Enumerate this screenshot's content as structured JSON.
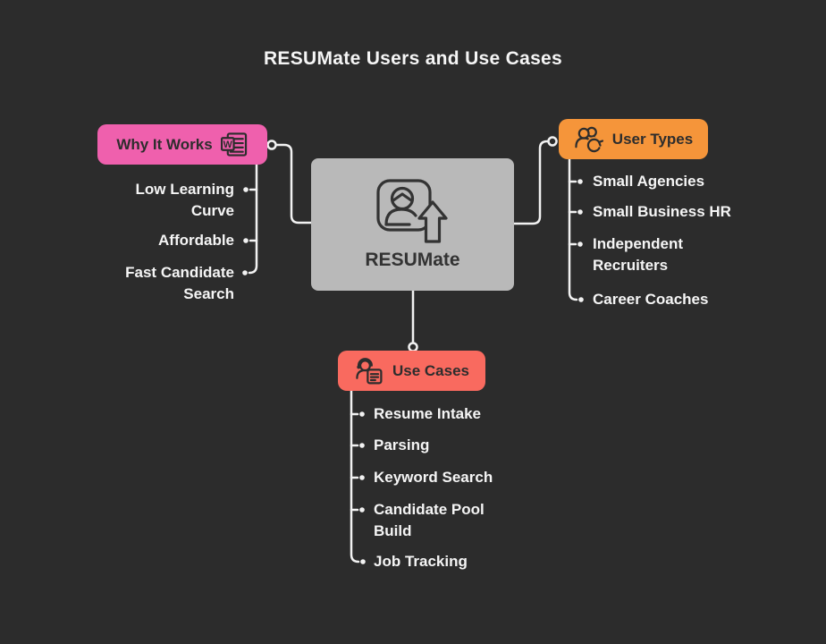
{
  "title": "RESUMate Users and Use Cases",
  "central": {
    "label": "RESUMate",
    "icon": "resume-upload-icon"
  },
  "branches": {
    "why_it_works": {
      "label": "Why It Works",
      "icon": "word-document-icon",
      "color": "#ef60ad",
      "items": [
        "Low Learning\nCurve",
        "Affordable",
        "Fast Candidate\nSearch"
      ]
    },
    "user_types": {
      "label": "User Types",
      "icon": "users-sync-icon",
      "color": "#f5953a",
      "items": [
        "Small Agencies",
        "Small Business HR",
        "Independent\nRecruiters",
        "Career Coaches"
      ]
    },
    "use_cases": {
      "label": "Use Cases",
      "icon": "person-note-icon",
      "color": "#f96a5f",
      "items": [
        "Resume Intake",
        "Parsing",
        "Keyword Search",
        "Candidate Pool\nBuild",
        "Job Tracking"
      ]
    }
  },
  "colors": {
    "background": "#2c2c2c",
    "central_node": "#b9b9b9",
    "connector_line": "#f2f2f2",
    "item_text": "#f5f5f5",
    "node_text": "#2d2d2d"
  }
}
